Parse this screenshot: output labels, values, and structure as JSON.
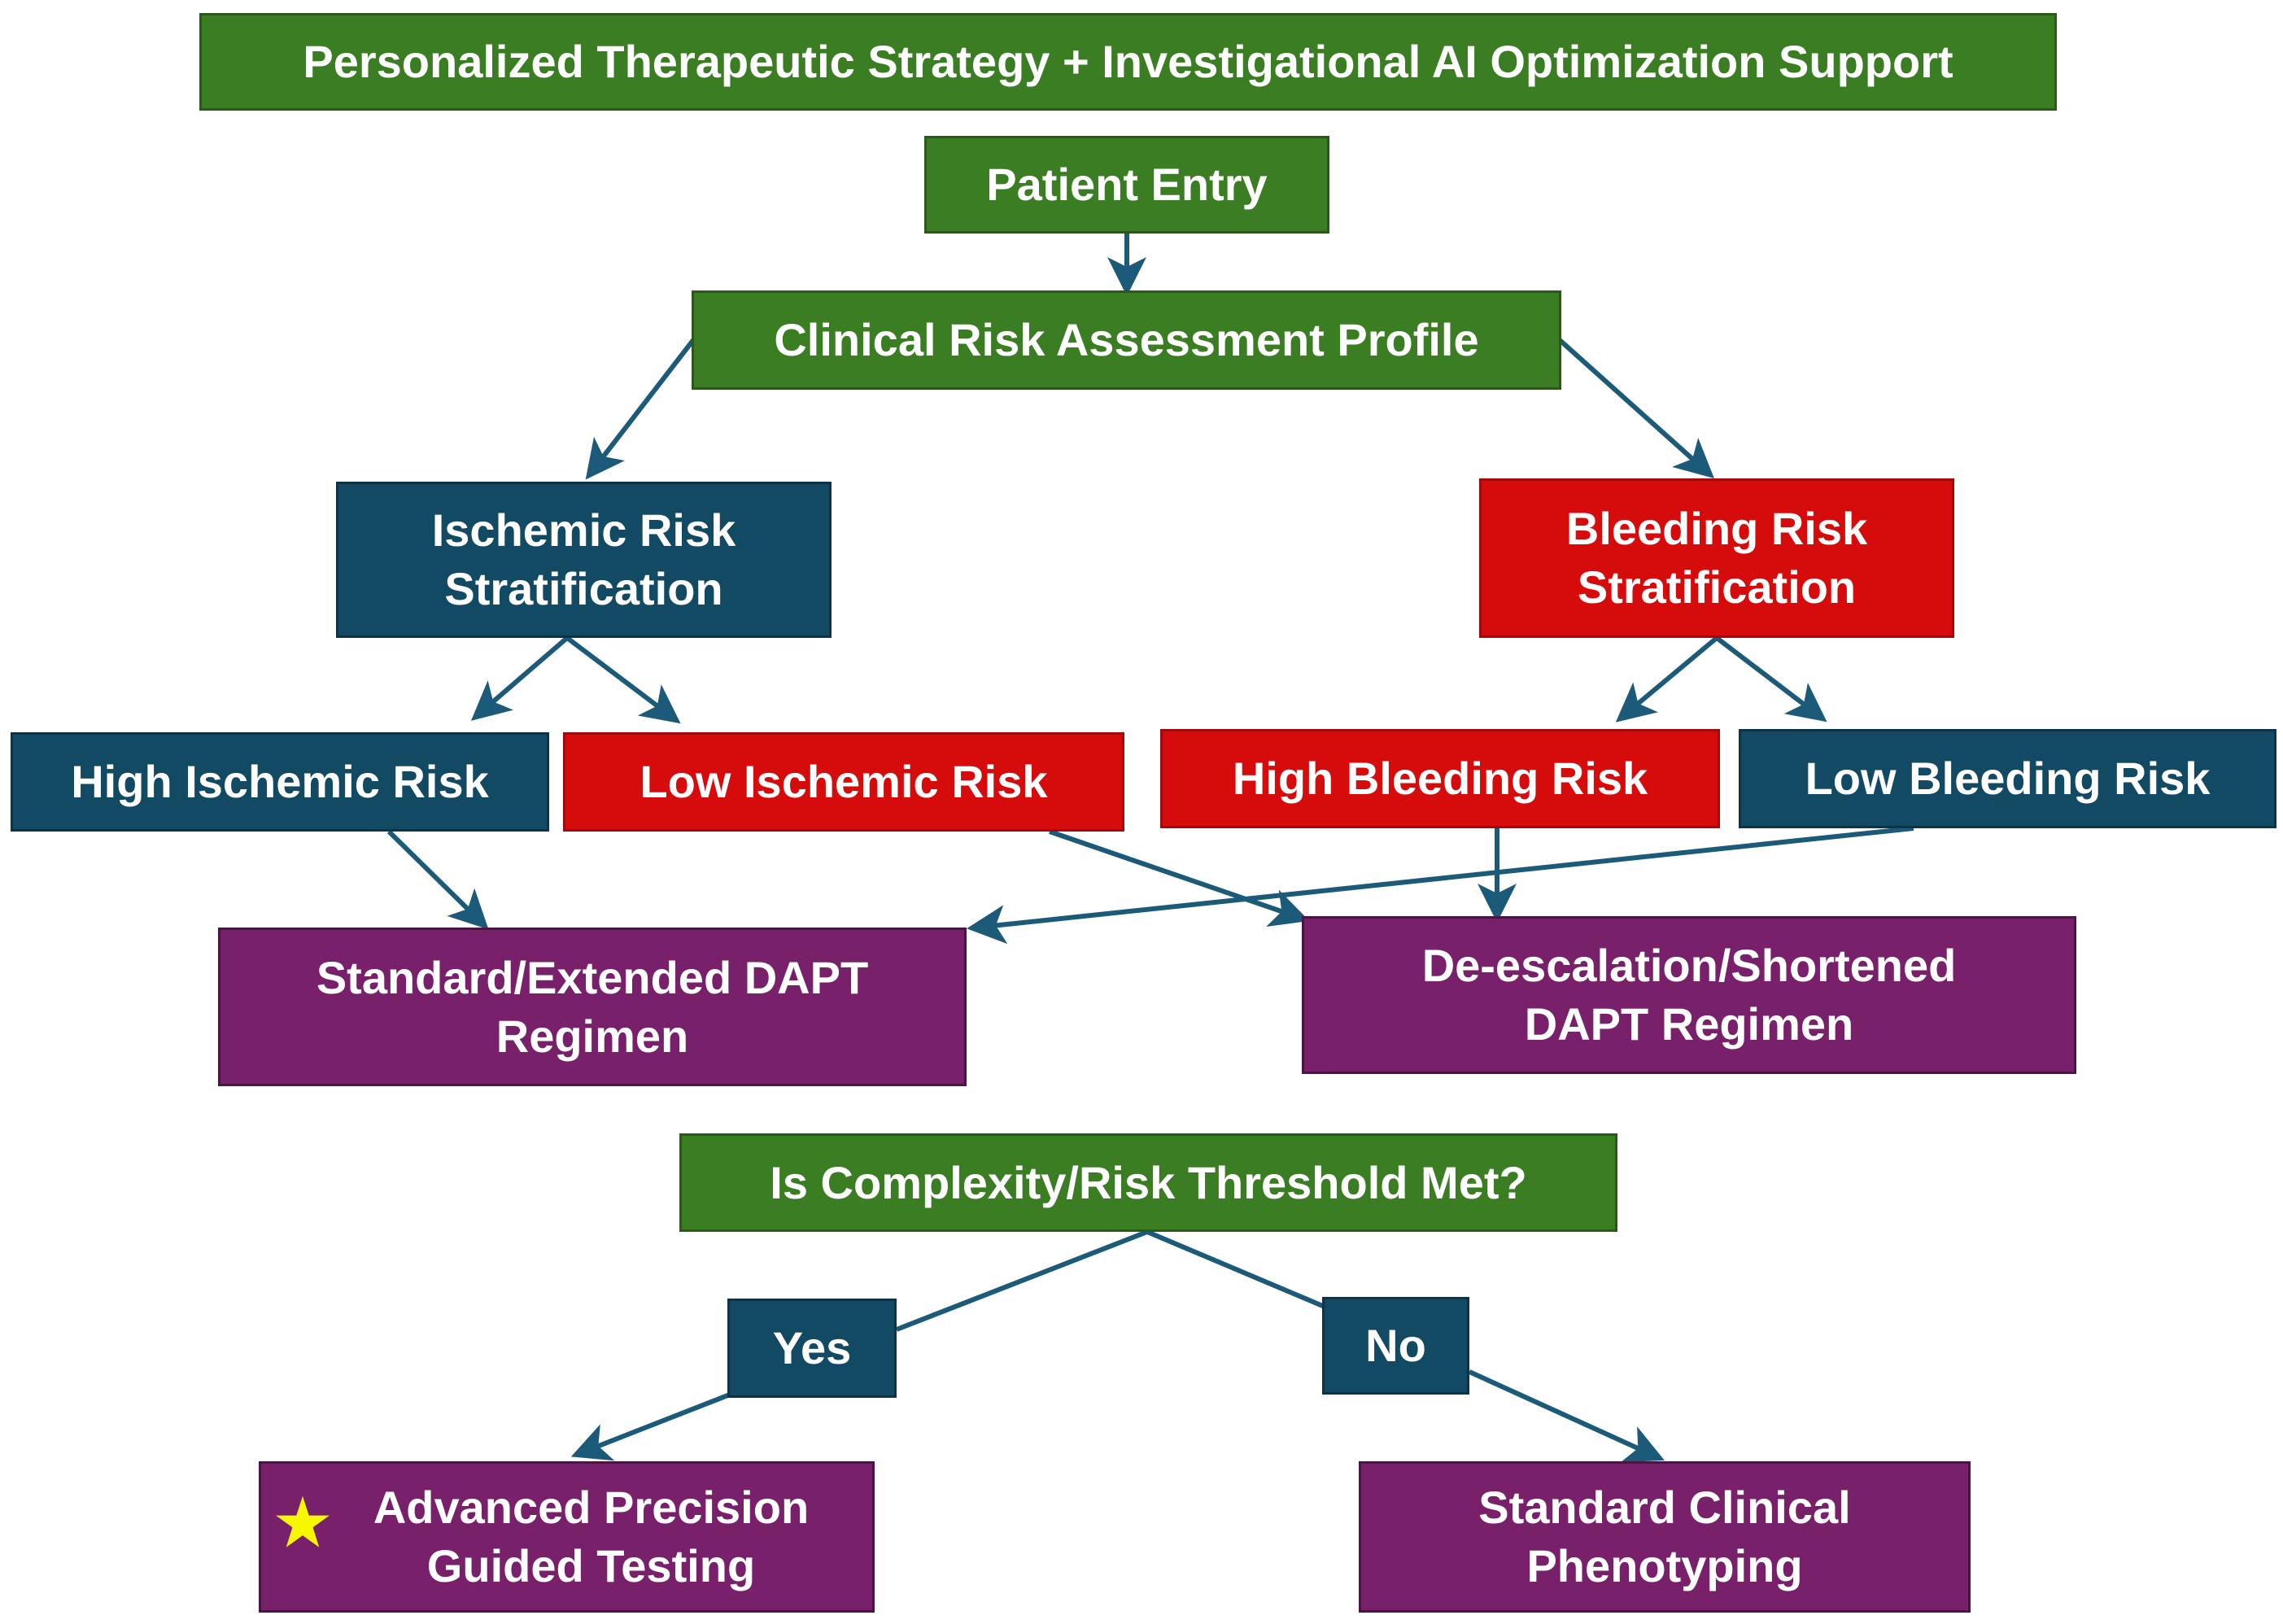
{
  "title": "Personalized Therapeutic Strategy + Investigational AI Optimization Support",
  "nodes": {
    "patient_entry": "Patient Entry",
    "clinical_risk": "Clinical Risk Assessment Profile",
    "ischemic_strat": "Ischemic Risk Stratification",
    "bleeding_strat": "Bleeding Risk Stratification",
    "high_ischemic": "High Ischemic Risk",
    "low_ischemic": "Low Ischemic Risk",
    "high_bleeding": "High Bleeding Risk",
    "low_bleeding": "Low Bleeding Risk",
    "standard_dapt": "Standard/Extended DAPT Regimen",
    "deescalation_dapt": "De-escalation/Shortened DAPT Regimen",
    "threshold_question": "Is Complexity/Risk Threshold Met?",
    "yes": "Yes",
    "no": "No",
    "advanced_testing": "Advanced Precision Guided Testing",
    "standard_phenotyping": "Standard Clinical Phenotyping"
  },
  "colors": {
    "green": "#3b7d23",
    "navy": "#124963",
    "red": "#d60b0b",
    "purple": "#79206b",
    "arrow": "#1c5a7a",
    "star": "#f7f700"
  }
}
